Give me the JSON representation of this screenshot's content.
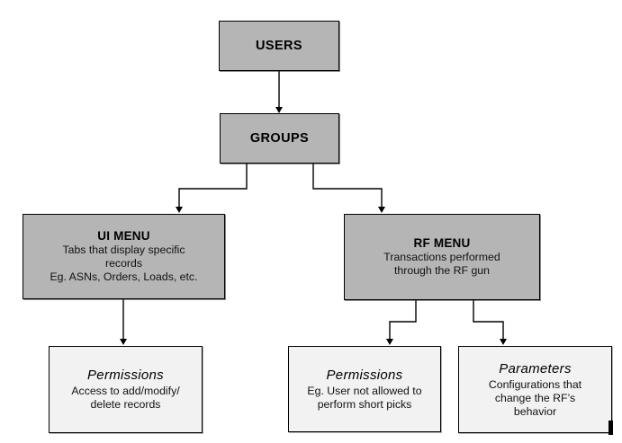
{
  "diagram": {
    "nodes": {
      "users": {
        "title": "USERS"
      },
      "groups": {
        "title": "GROUPS"
      },
      "ui_menu": {
        "title": "UI MENU",
        "lines": [
          "Tabs that display specific",
          "records",
          "Eg. ASNs, Orders, Loads, etc."
        ]
      },
      "rf_menu": {
        "title": "RF MENU",
        "lines": [
          "Transactions performed",
          "through the RF gun"
        ]
      },
      "ui_permissions": {
        "title": "Permissions",
        "lines": [
          "Access to add/modify/",
          "delete records"
        ]
      },
      "rf_permissions": {
        "title": "Permissions",
        "lines": [
          "Eg. User not allowed to",
          "perform short picks"
        ]
      },
      "rf_parameters": {
        "title": "Parameters",
        "lines": [
          "Configurations that",
          "change the RF’s",
          "behavior"
        ]
      }
    },
    "edges": [
      {
        "from": "users",
        "to": "groups"
      },
      {
        "from": "groups",
        "to": "ui_menu"
      },
      {
        "from": "groups",
        "to": "rf_menu"
      },
      {
        "from": "ui_menu",
        "to": "ui_permissions"
      },
      {
        "from": "rf_menu",
        "to": "rf_permissions"
      },
      {
        "from": "rf_menu",
        "to": "rf_parameters"
      }
    ],
    "colors": {
      "menu_fill": "#b5b5b5",
      "leaf_fill": "#f2f2f2",
      "border": "#000000",
      "line": "#000000",
      "background": "#ffffff"
    }
  }
}
